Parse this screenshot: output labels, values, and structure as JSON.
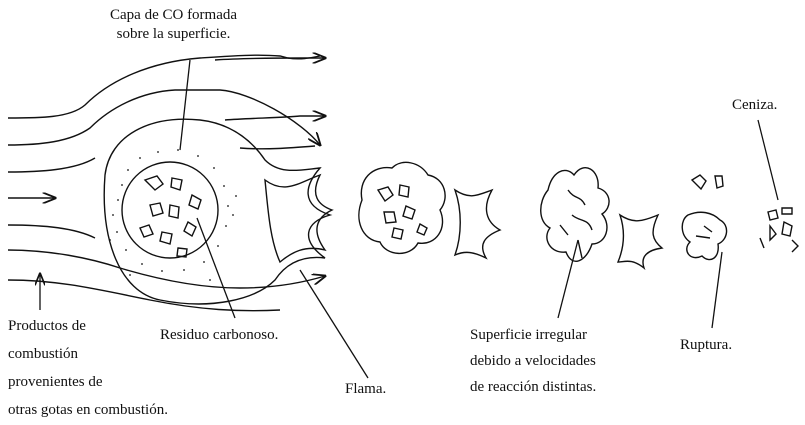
{
  "labels": {
    "co_layer": [
      "Capa de CO formada",
      "sobre la superficie."
    ],
    "ash": "Ceniza.",
    "products": [
      "Productos de",
      "combustión",
      "provenientes de",
      "otras gotas en combustión."
    ],
    "carbon_residue": "Residuo carbonoso.",
    "flame": "Flama.",
    "irregular_surface": [
      "Superficie irregular",
      "debido a velocidades",
      "de reacción distintas."
    ],
    "rupture": "Ruptura."
  },
  "colors": {
    "ink": "#111111",
    "paper": "#ffffff"
  }
}
